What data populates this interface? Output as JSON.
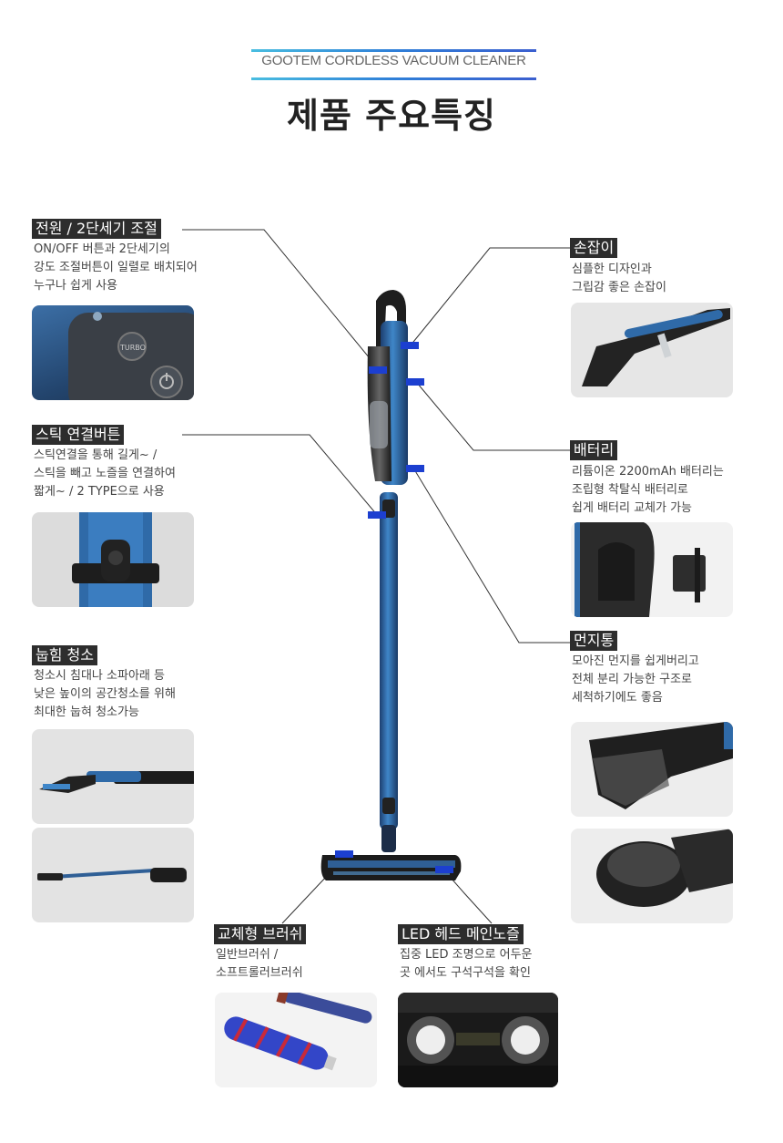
{
  "header": {
    "brand": "GOOTEM CORDLESS VACUUM CLEANER",
    "title": "제품 주요특징"
  },
  "colors": {
    "accent_gradient": [
      "#49bde0",
      "#3b5fcf"
    ],
    "label_bg": "#2d2d2d",
    "marker": "#1c3fd0",
    "product_blue": "#2b6cb8"
  },
  "features": {
    "power": {
      "title": "전원 / 2단세기 조절",
      "lines": [
        "ON/OFF 버튼과 2단세기의",
        "강도 조절버튼이 일렬로 배치되어",
        "누구나 쉽게 사용"
      ],
      "icon_labels": [
        "TURBO"
      ]
    },
    "stick": {
      "title": "스틱 연결버튼",
      "lines": [
        "스틱연결을 통해 길게~ /",
        "스틱을 빼고 노즐을 연결하여",
        "짧게~ / 2 TYPE으로 사용"
      ]
    },
    "lying": {
      "title": "눕힘 청소",
      "lines": [
        "청소시 침대나 소파아래 등",
        "낮은 높이의 공간청소를 위해",
        "최대한 눕혀 청소가능"
      ]
    },
    "brush": {
      "title": "교체형 브러쉬",
      "lines": [
        "일반브러쉬 /",
        "소프트롤러브러쉬"
      ]
    },
    "led": {
      "title": "LED 헤드 메인노즐",
      "lines": [
        "집중  LED 조명으로 어두운",
        "곳 에서도 구석구석을 확인"
      ]
    },
    "handle": {
      "title": "손잡이",
      "lines": [
        "심플한 디자인과",
        "그립감 좋은 손잡이"
      ]
    },
    "battery": {
      "title": "배터리",
      "lines": [
        "리튬이온 2200mAh 배터리는",
        "조립형 착탈식 배터리로",
        "쉽게 배터리 교체가 가능"
      ]
    },
    "dustbin": {
      "title": "먼지통",
      "lines": [
        "모아진 먼지를 쉽게버리고",
        "전체 분리 가능한 구조로",
        "세척하기에도 좋음"
      ]
    }
  }
}
